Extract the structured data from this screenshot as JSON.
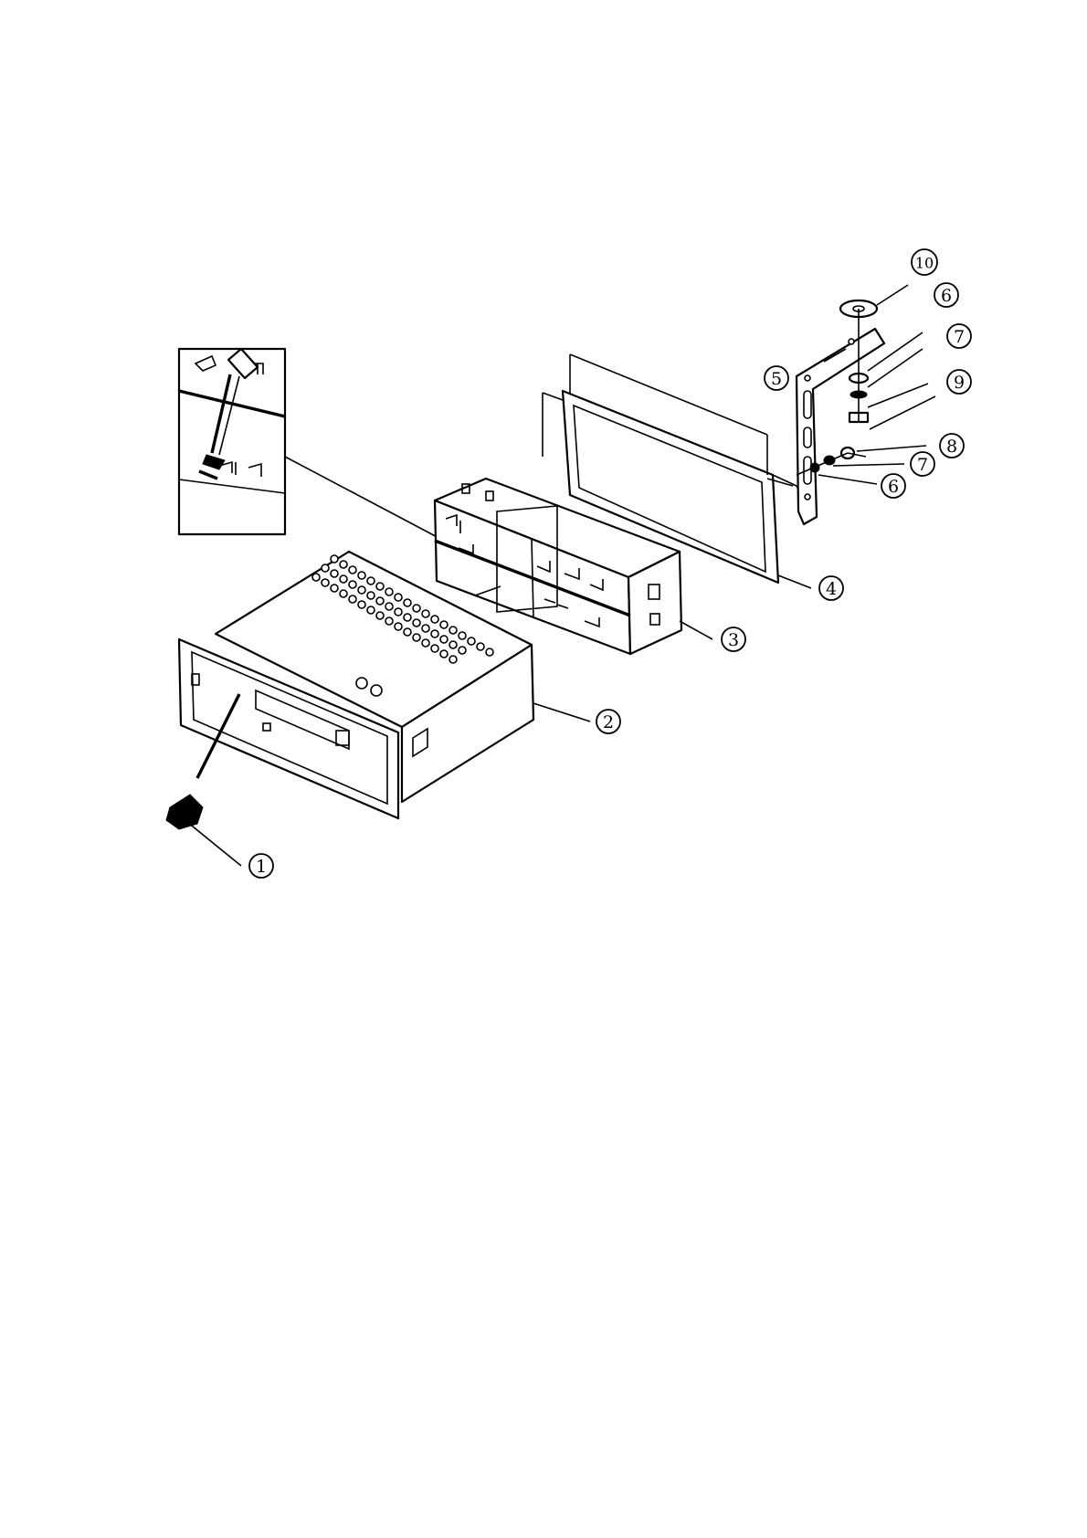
{
  "diagram": {
    "callouts": [
      {
        "id": "release-key",
        "label": "1"
      },
      {
        "id": "radio-unit",
        "label": "2"
      },
      {
        "id": "mounting-sleeve",
        "label": "3"
      },
      {
        "id": "trim-frame",
        "label": "4"
      },
      {
        "id": "rear-bracket",
        "label": "5"
      },
      {
        "id": "washer-upper",
        "label": "6"
      },
      {
        "id": "spring-washer-upper",
        "label": "7"
      },
      {
        "id": "screw",
        "label": "8"
      },
      {
        "id": "nut",
        "label": "9"
      },
      {
        "id": "flat-washer",
        "label": "10"
      },
      {
        "id": "spring-washer-lower",
        "label": "7"
      },
      {
        "id": "washer-lower",
        "label": "6"
      }
    ]
  }
}
